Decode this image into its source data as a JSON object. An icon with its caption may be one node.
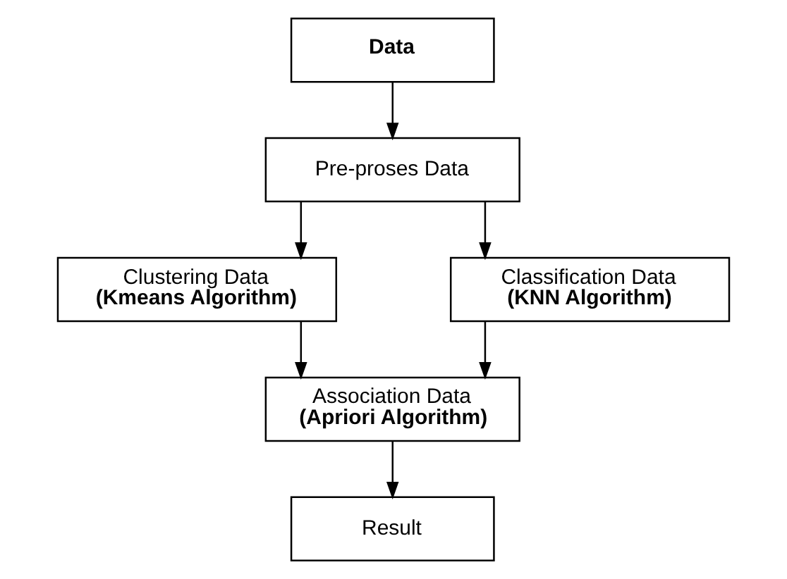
{
  "diagram": {
    "nodes": [
      {
        "text": [
          "Data"
        ]
      },
      {
        "text": [
          "Pre-proses Data"
        ]
      },
      {
        "text": [
          "Clustering Data",
          "(Kmeans Algorithm)"
        ]
      },
      {
        "text": [
          "Classification Data",
          "(KNN Algorithm)"
        ]
      },
      {
        "text": [
          "Association Data",
          "(Apriori Algorithm)"
        ]
      },
      {
        "text": [
          "Result"
        ]
      }
    ],
    "edges": [
      {
        "from": 0,
        "to": 1,
        "arrow": "to"
      },
      {
        "from": 1,
        "to": 2,
        "arrow": "to"
      },
      {
        "from": 1,
        "to": 3,
        "arrow": "to"
      },
      {
        "from": 2,
        "to": 4,
        "arrow": "to"
      },
      {
        "from": 3,
        "to": 4,
        "arrow": "to"
      },
      {
        "from": 4,
        "to": 5,
        "arrow": "to"
      }
    ]
  }
}
